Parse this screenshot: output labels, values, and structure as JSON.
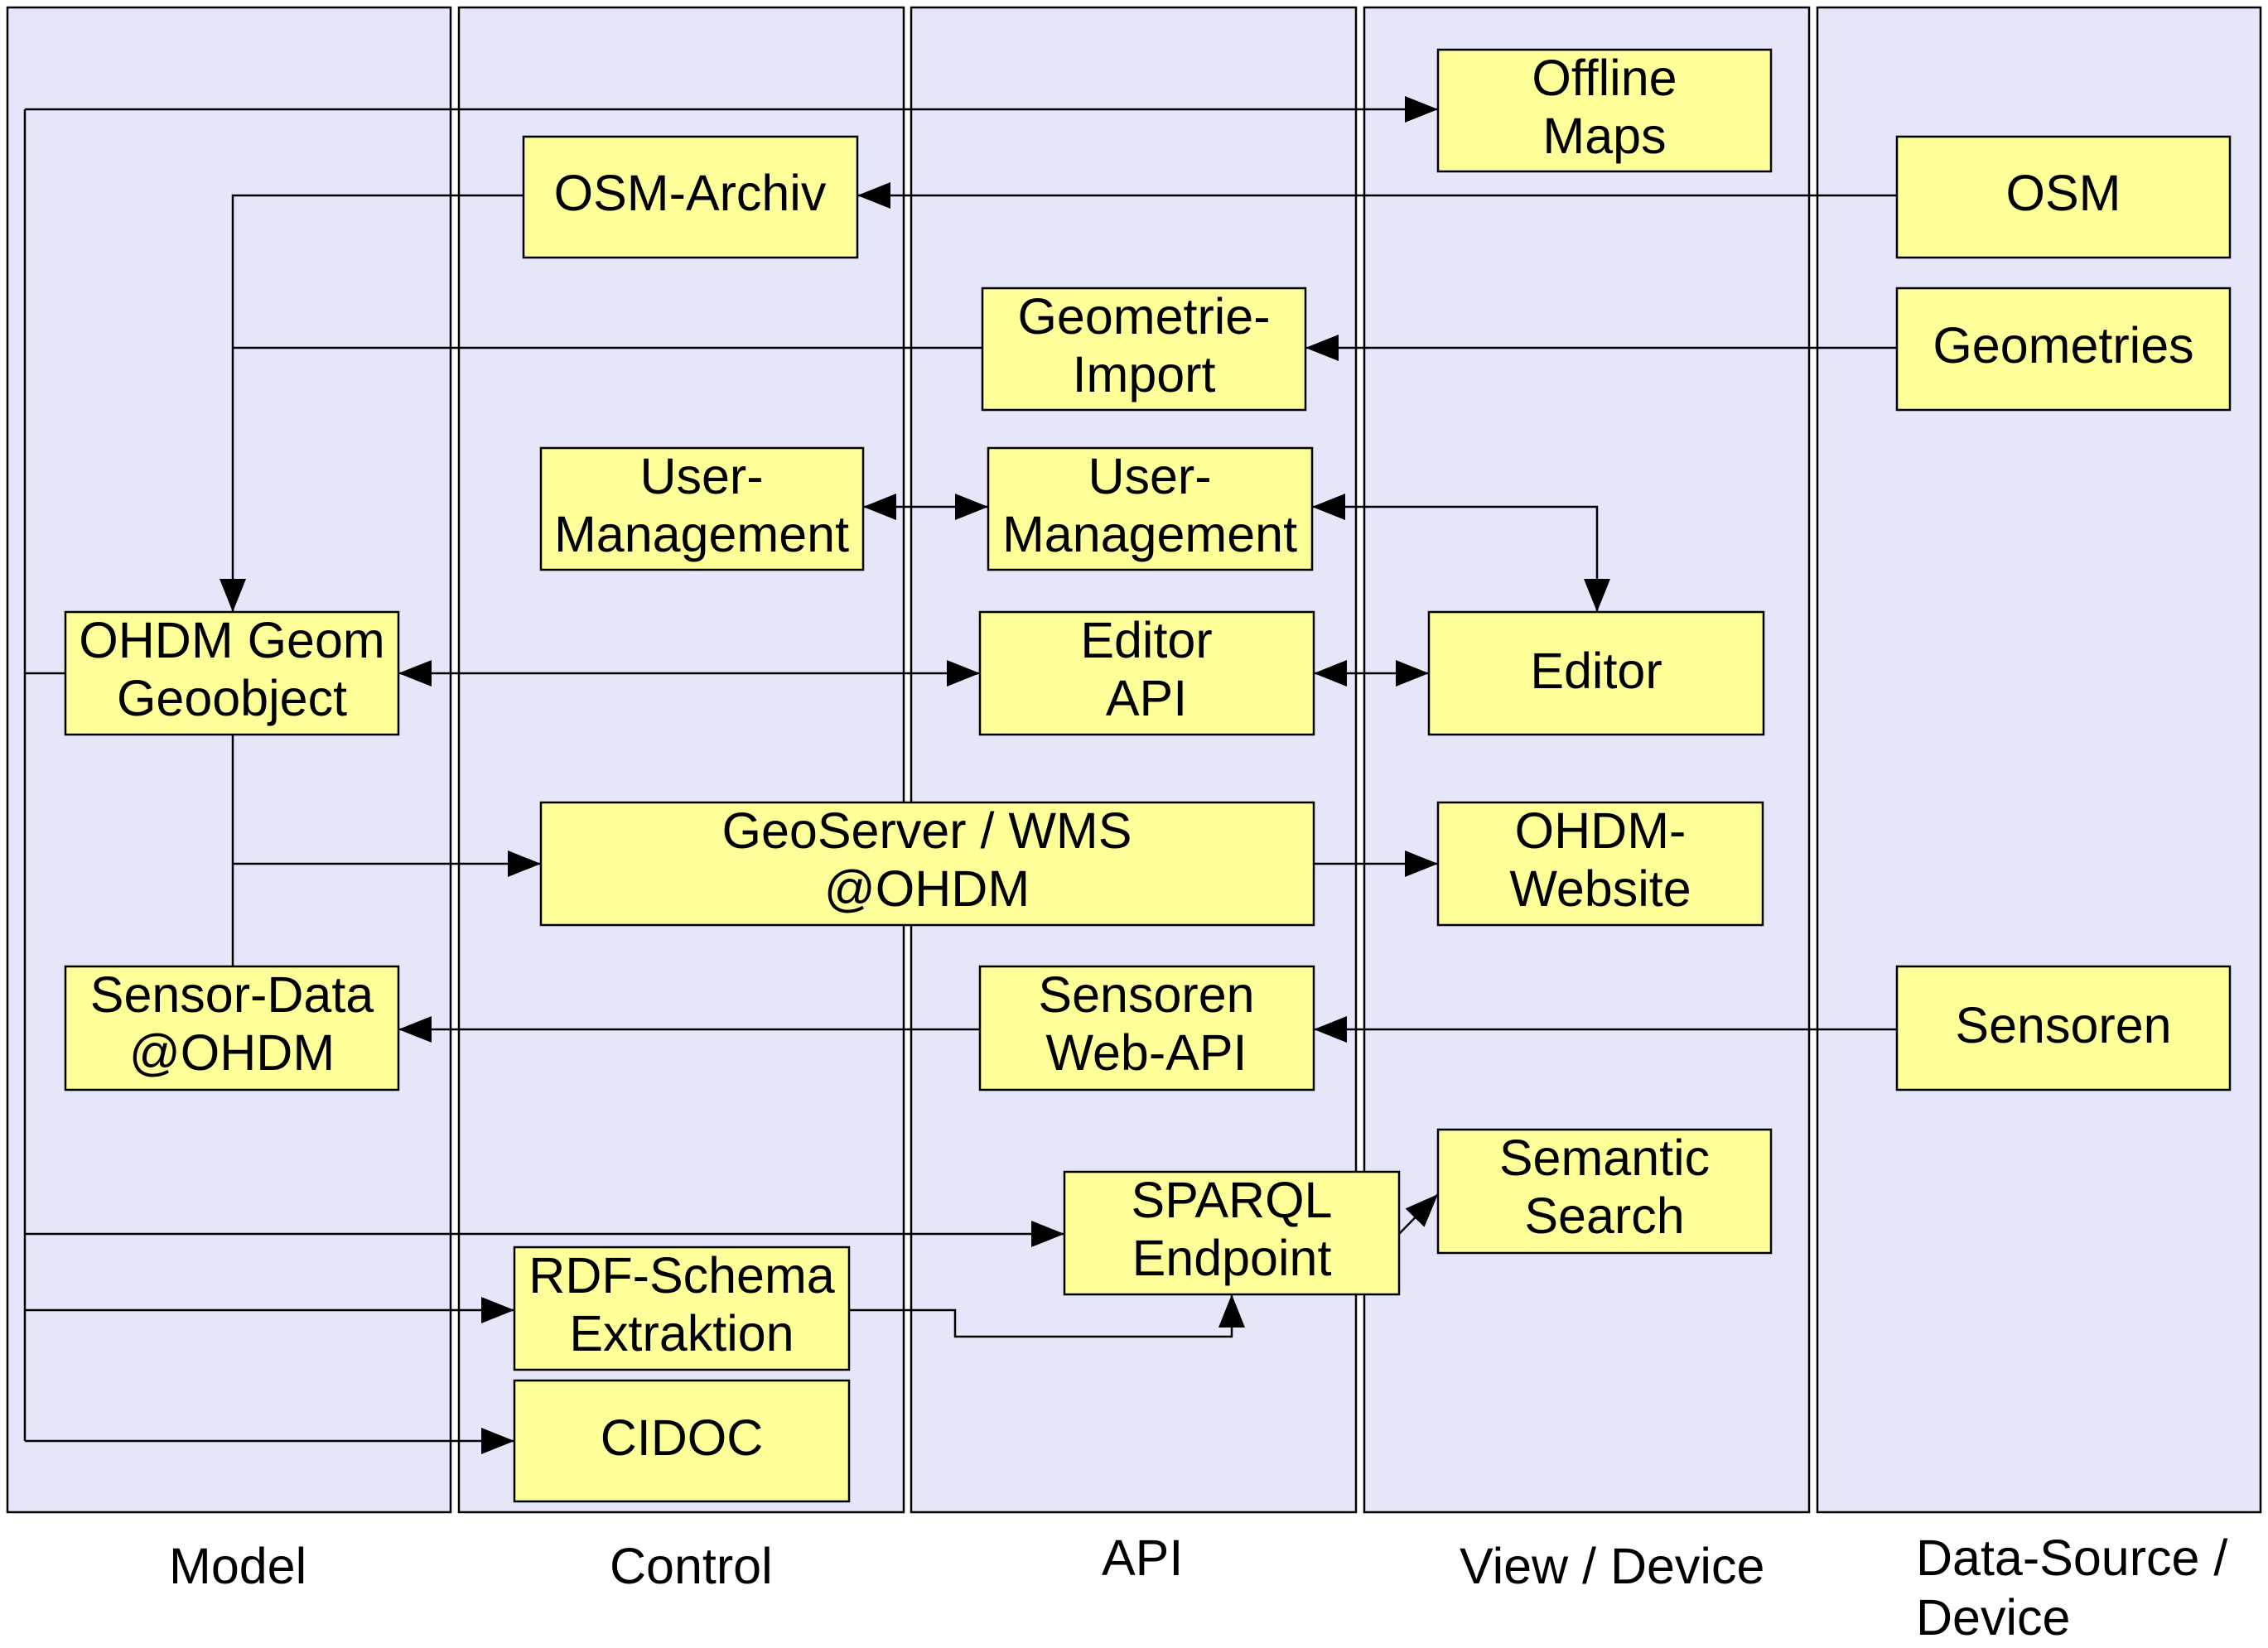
{
  "lanes": {
    "model": "Model",
    "control": "Control",
    "api": "API",
    "view": "View / Device",
    "datasource": [
      "Data-Source /",
      "Device"
    ]
  },
  "nodes": {
    "offline_maps": [
      "Offline",
      "Maps"
    ],
    "osm_archiv": [
      "OSM-Archiv"
    ],
    "osm": [
      "OSM"
    ],
    "geometrie_import": [
      "Geometrie-",
      "Import"
    ],
    "geometries": [
      "Geometries"
    ],
    "user_mgmt_control": [
      "User-",
      "Management"
    ],
    "user_mgmt_api": [
      "User-",
      "Management"
    ],
    "ohdm_geom": [
      "OHDM Geom",
      "Geoobject"
    ],
    "editor_api": [
      "Editor",
      "API"
    ],
    "editor": [
      "Editor"
    ],
    "geoserver": [
      "GeoServer / WMS",
      "@OHDM"
    ],
    "ohdm_website": [
      "OHDM-",
      "Website"
    ],
    "sensor_data": [
      "Sensor-Data",
      "@OHDM"
    ],
    "sensoren_webapi": [
      "Sensoren",
      "Web-API"
    ],
    "sensoren": [
      "Sensoren"
    ],
    "semantic_search": [
      "Semantic",
      "Search"
    ],
    "sparql": [
      "SPARQL",
      "Endpoint"
    ],
    "rdf_schema": [
      "RDF-Schema",
      "Extraktion"
    ],
    "cidoc": [
      "CIDOC"
    ]
  }
}
